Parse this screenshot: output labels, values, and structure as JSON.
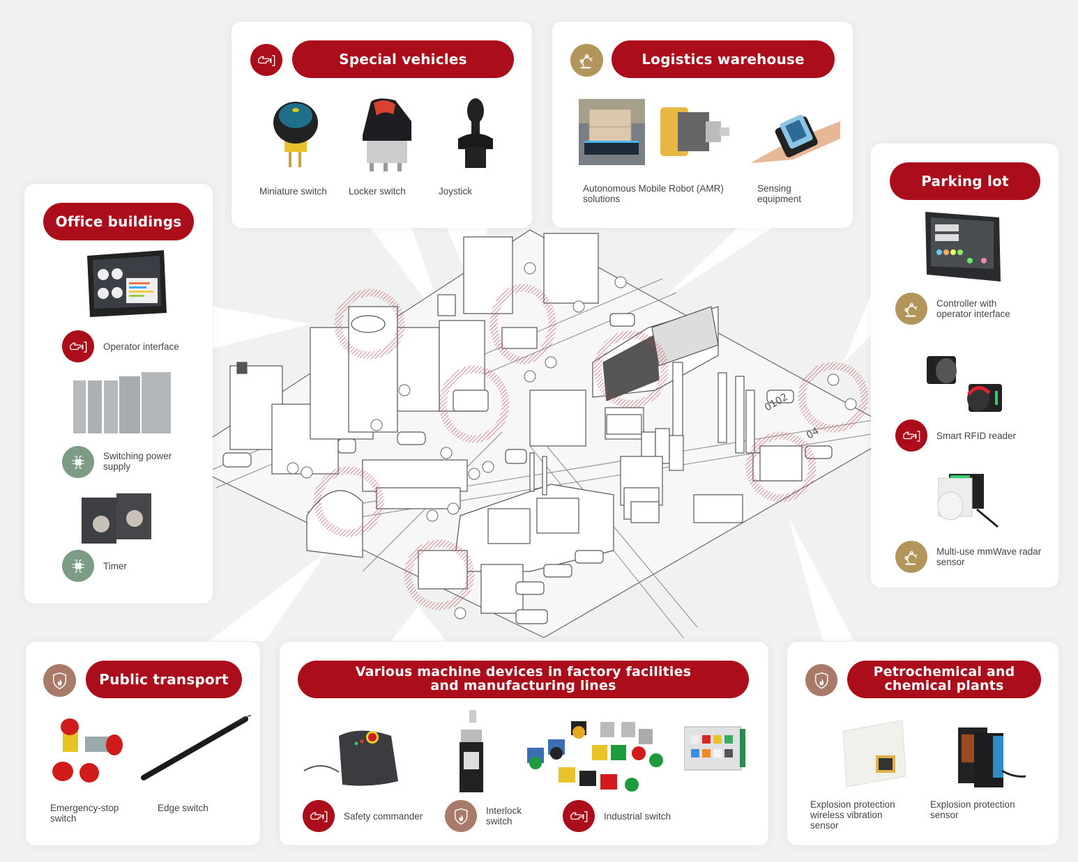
{
  "colors": {
    "brand_red": "#ab0e1a",
    "gold": "#b2955a",
    "brown": "#a77b67",
    "green": "#7c9c86",
    "background": "#f0f1f1"
  },
  "icon_legend": {
    "red": "hand-switch-icon",
    "gold": "robot-arm-icon",
    "brown": "shield-flame-icon",
    "green": "chip-icon"
  },
  "special_vehicles": {
    "title": "Special vehicles",
    "icon": "hand-switch-icon",
    "products": [
      {
        "label": "Miniature switch"
      },
      {
        "label": "Locker switch"
      },
      {
        "label": "Joystick"
      }
    ]
  },
  "logistics": {
    "title": "Logistics warehouse",
    "icon": "robot-arm-icon",
    "products": [
      {
        "label": "Autonomous Mobile Robot (AMR)\nsolutions"
      },
      {
        "label": "Sensing\nequipment"
      }
    ]
  },
  "office": {
    "title": "Office buildings",
    "products": [
      {
        "label": "Operator interface",
        "icon": "hand-switch-icon"
      },
      {
        "label": "Switching power\nsupply",
        "icon": "chip-icon"
      },
      {
        "label": "Timer",
        "icon": "chip-icon"
      }
    ]
  },
  "parking": {
    "title": "Parking lot",
    "products": [
      {
        "label": "Controller with\noperator interface",
        "icon": "robot-arm-icon"
      },
      {
        "label": "Smart RFID reader",
        "icon": "hand-switch-icon"
      },
      {
        "label": "Multi-use mmWave radar\nsensor",
        "icon": "robot-arm-icon"
      }
    ]
  },
  "public_transport": {
    "title": "Public transport",
    "icon": "shield-flame-icon",
    "products": [
      {
        "label": "Emergency-stop\nswitch"
      },
      {
        "label": "Edge switch"
      }
    ]
  },
  "factory": {
    "title_line1": "Various machine devices in factory facilities",
    "title_line2": "and manufacturing lines",
    "products": [
      {
        "label": "Safety commander",
        "icon": "hand-switch-icon"
      },
      {
        "label": "Interlock\nswitch",
        "icon": "shield-flame-icon"
      },
      {
        "label": "Industrial switch",
        "icon": "hand-switch-icon"
      }
    ]
  },
  "petrochemical": {
    "title_line1": "Petrochemical and",
    "title_line2": "chemical plants",
    "icon": "shield-flame-icon",
    "products": [
      {
        "label": "Explosion protection\nwireless vibration\nsensor"
      },
      {
        "label": "Explosion protection\nsensor"
      }
    ]
  },
  "city_map": {
    "road_labels": [
      "0102",
      "04"
    ]
  }
}
